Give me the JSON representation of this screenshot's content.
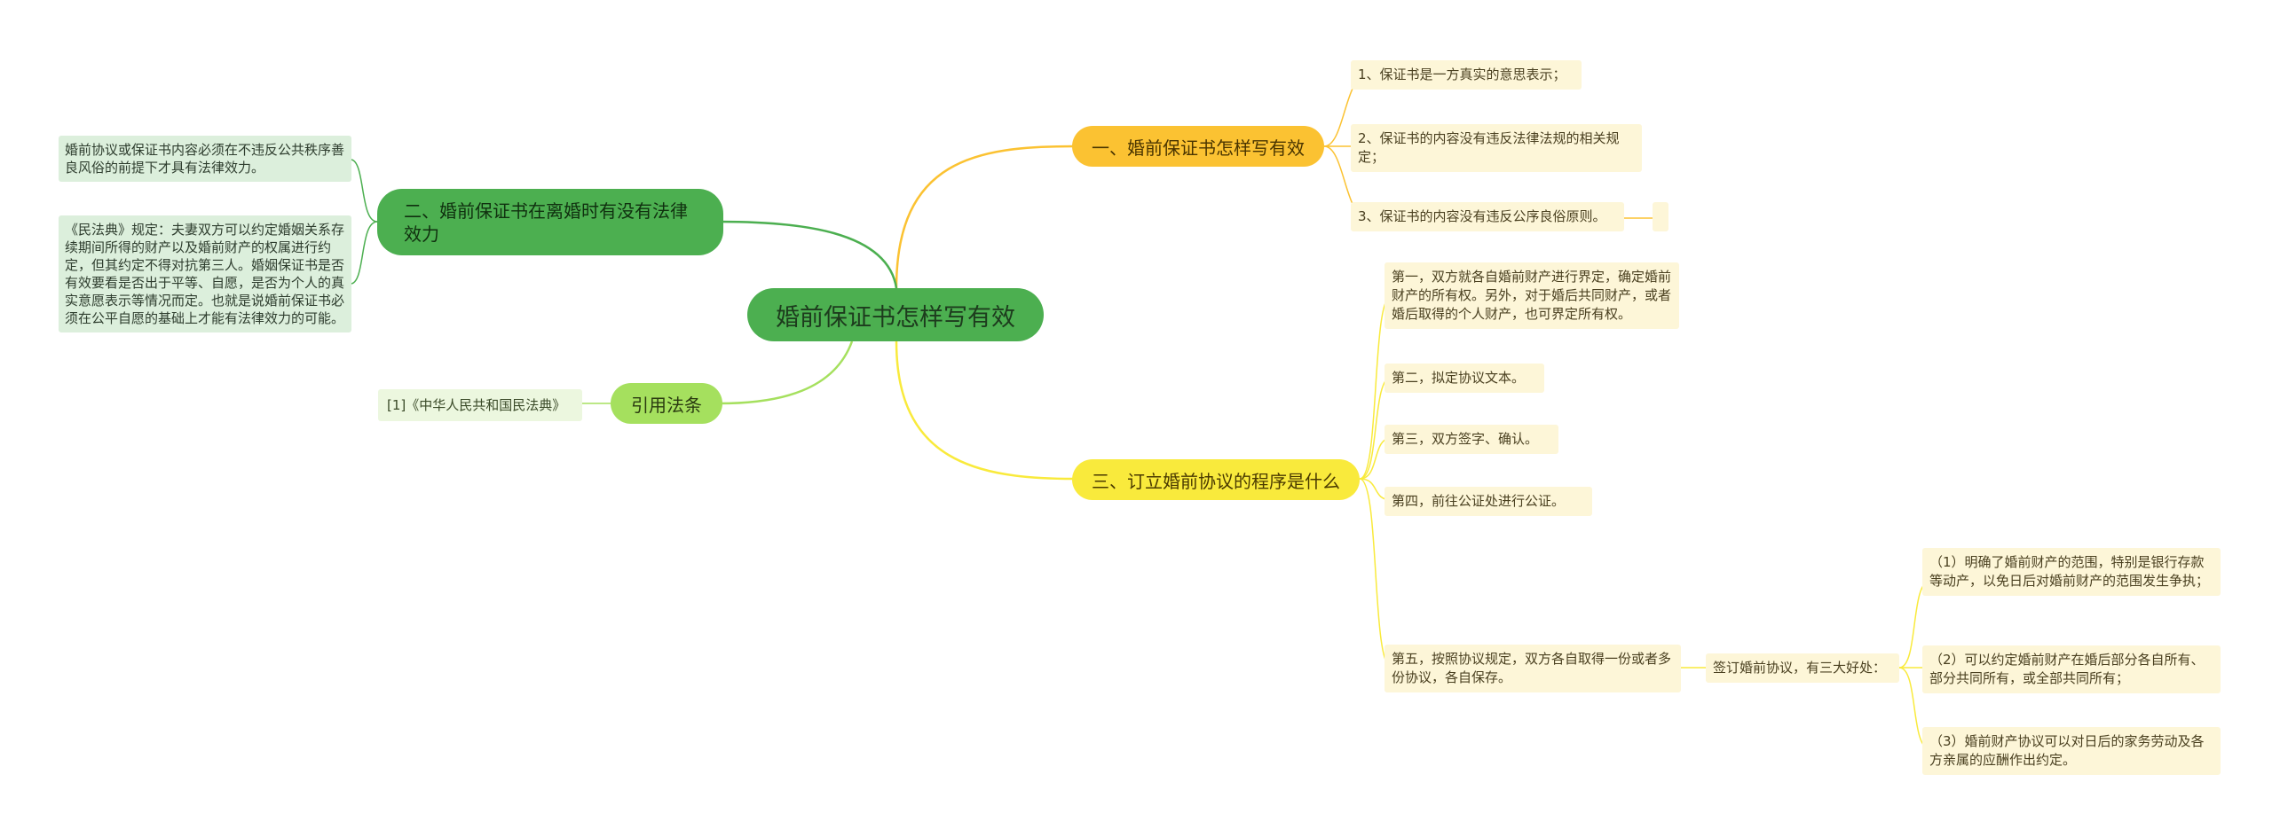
{
  "root": {
    "label": "婚前保证书怎样写有效"
  },
  "branch1": {
    "label": "一、婚前保证书怎样写有效",
    "items": [
      "1、保证书是一方真实的意思表示；",
      "2、保证书的内容没有违反法律法规的相关规定；",
      "3、保证书的内容没有违反公序良俗原则。"
    ]
  },
  "branch2": {
    "label": "二、婚前保证书在离婚时有没有法律效力",
    "items": [
      "婚前协议或保证书内容必须在不违反公共秩序善良风俗的前提下才具有法律效力。",
      "《民法典》规定：夫妻双方可以约定婚姻关系存续期间所得的财产以及婚前财产的权属进行约定，但其约定不得对抗第三人。婚姻保证书是否有效要看是否出于平等、自愿，是否为个人的真实意愿表示等情况而定。也就是说婚前保证书必须在公平自愿的基础上才能有法律效力的可能。"
    ]
  },
  "branch3": {
    "label": "三、订立婚前协议的程序是什么",
    "steps": [
      "第一，双方就各自婚前财产进行界定，确定婚前财产的所有权。另外，对于婚后共同财产，或者婚后取得的个人财产，也可界定所有权。",
      "第二，拟定协议文本。",
      "第三，双方签字、确认。",
      "第四，前往公证处进行公证。",
      "第五，按照协议规定，双方各自取得一份或者多份协议，各自保存。"
    ],
    "benefit_label": "签订婚前协议，有三大好处：",
    "benefits": [
      "（1）明确了婚前财产的范围，特别是银行存款等动产，以免日后对婚前财产的范围发生争执；",
      "（2）可以约定婚前财产在婚后部分各自所有、部分共同所有，或全部共同所有；",
      "（3）婚前财产协议可以对日后的家务劳动及各方亲属的应酬作出约定。"
    ]
  },
  "branch4": {
    "label": "引用法条",
    "items": [
      "[1]《中华人民共和国民法典》"
    ]
  },
  "colors": {
    "root": "#4caf50",
    "orange": "#fbc232",
    "yellow": "#f9ea3c",
    "green": "#4caf50",
    "lime": "#a5e05e",
    "leaf_yellow": "#fdf6d8",
    "leaf_green": "#dcefdc"
  }
}
